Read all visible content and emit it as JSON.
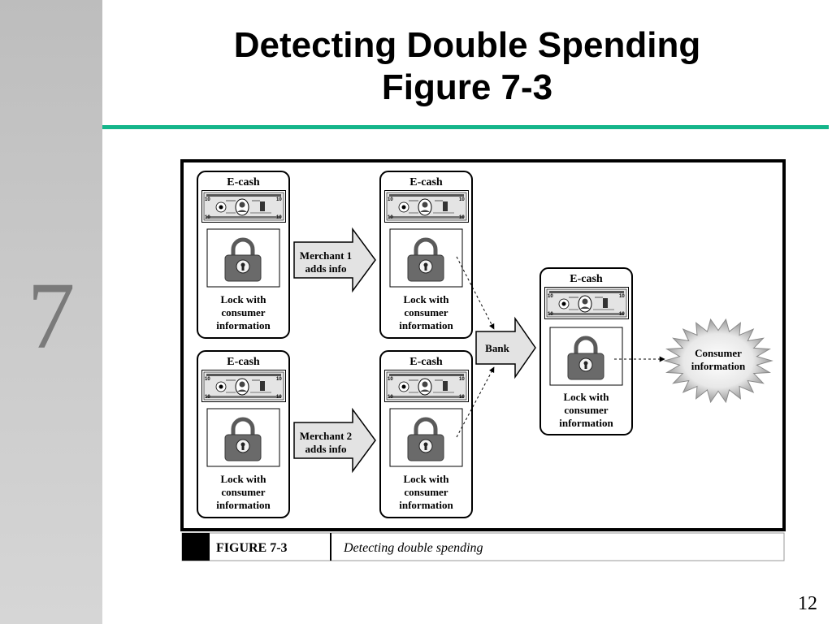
{
  "sidebar": {
    "chapter_number": "7"
  },
  "title": {
    "line1": "Detecting Double Spending",
    "line2": "Figure 7-3"
  },
  "page_number": "12",
  "figure": {
    "ecash_label": "E-cash",
    "lock_caption": [
      "Lock with",
      "consumer",
      "information"
    ],
    "merchant1": [
      "Merchant 1",
      "adds info"
    ],
    "merchant2": [
      "Merchant 2",
      "adds info"
    ],
    "bank": "Bank",
    "consumer_info": [
      "Consumer",
      "information"
    ],
    "caption_label": "FIGURE 7-3",
    "caption_text": "Detecting double spending"
  }
}
